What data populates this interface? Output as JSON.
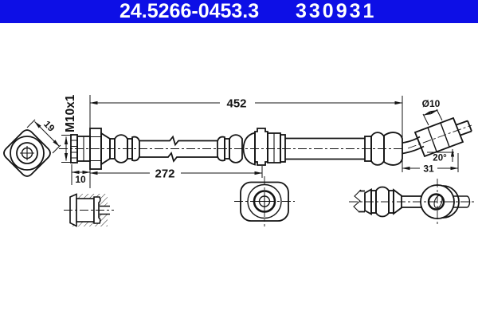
{
  "header": {
    "part_number": "24.5266-0453.3",
    "reference_number": "330931",
    "bar_color": "#0d0fe6",
    "text_color": "#ffffff"
  },
  "drawing": {
    "line_color": "#141414",
    "labels": {
      "total_length": "452",
      "hose_length": "272",
      "fitting_offset": "10",
      "flange_width": "19",
      "thread_spec": "M10x1",
      "end_diameter": "Ø10",
      "end_angle": "20°",
      "end_length": "31"
    }
  }
}
